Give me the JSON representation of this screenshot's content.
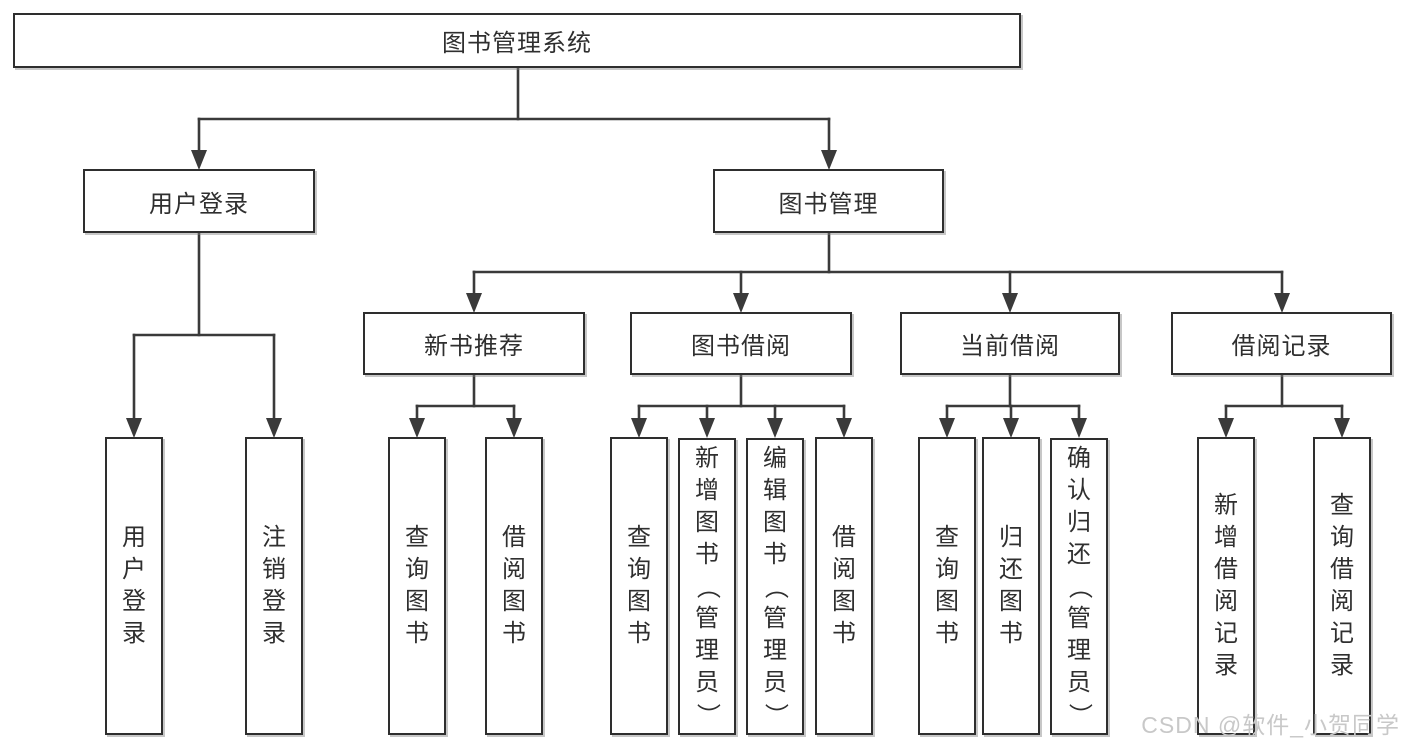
{
  "diagram": {
    "root": "图书管理系统",
    "branches": {
      "user_login": {
        "label": "用户登录",
        "children": [
          "用户登录",
          "注销登录"
        ]
      },
      "book_mgmt": {
        "label": "图书管理",
        "sections": {
          "new_book_rec": {
            "label": "新书推荐",
            "children": [
              "查询图书",
              "借阅图书"
            ]
          },
          "book_borrow": {
            "label": "图书借阅",
            "children": [
              "查询图书",
              "新增图书（管理员）",
              "编辑图书（管理员）",
              "借阅图书"
            ]
          },
          "current_borrow": {
            "label": "当前借阅",
            "children": [
              "查询图书",
              "归还图书",
              "确认归还（管理员）"
            ]
          },
          "borrow_records": {
            "label": "借阅记录",
            "children": [
              "新增借阅记录",
              "查询借阅记录"
            ]
          }
        }
      }
    }
  },
  "watermark": "CSDN @软件_小贺同学",
  "colors": {
    "line": "#3a3a3a",
    "border": "#2e2e2e",
    "text": "#2f2f2f",
    "watermark": "#c8c8c8",
    "background": "#ffffff"
  }
}
